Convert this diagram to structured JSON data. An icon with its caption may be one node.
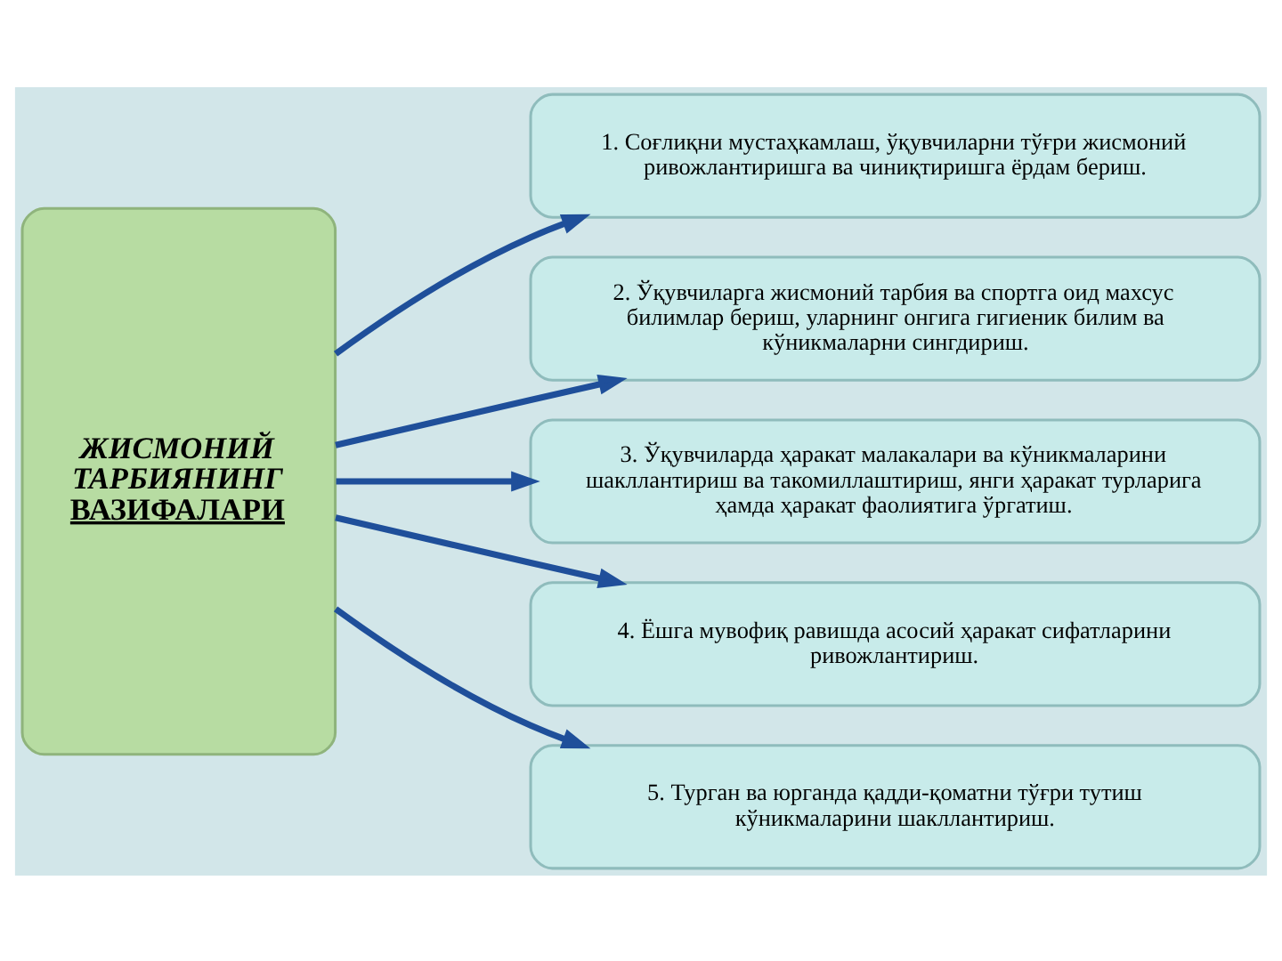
{
  "diagram": {
    "nodes": [
      {
        "text": [
          "ЖИСМОНИЙ ТАРБИЯНИНГ",
          "ВАЗИФАЛАРИ"
        ]
      },
      {
        "text": [
          "1. Соғлиқни мустаҳкамлаш, ўқувчиларни тўғри жисмоний ривожлантиришга ва чиниқтиришга ёрдам бериш."
        ]
      },
      {
        "text": [
          "2. Ўқувчиларга жисмоний тарбия ва спортга оид махсус билимлар бериш, уларнинг онгига гигиеник билим ва кўникмаларни сингдириш."
        ]
      },
      {
        "text": [
          "3. Ўқувчиларда ҳаракат малакалари ва кўникмаларини шакллантириш ва такомиллаштириш, янги ҳаракат турларига ҳамда ҳаракат фаолиятига ўргатиш."
        ]
      },
      {
        "text": [
          "4. Ёшга мувофиқ равишда асосий ҳаракат сифатларини ривожлантириш."
        ]
      },
      {
        "text": [
          "5. Турган ва юрганда қадди-қоматни тўғри тутиш кўникмаларини шакллантириш."
        ]
      }
    ],
    "edges": [
      {
        "from": 0,
        "to": 1,
        "arrow": "to"
      },
      {
        "from": 0,
        "to": 2,
        "arrow": "to"
      },
      {
        "from": 0,
        "to": 3,
        "arrow": "to"
      },
      {
        "from": 0,
        "to": 4,
        "arrow": "to"
      },
      {
        "from": 0,
        "to": 5,
        "arrow": "to"
      }
    ]
  }
}
